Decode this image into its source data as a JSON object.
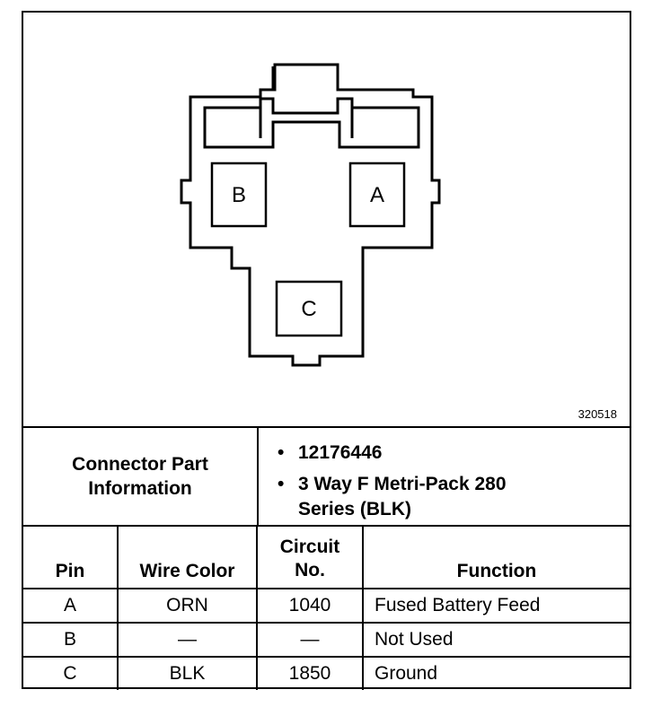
{
  "connector": {
    "pins": [
      "B",
      "A",
      "C"
    ],
    "figure_code": "320518"
  },
  "info": {
    "label_line1": "Connector Part",
    "label_line2": "Information",
    "bullet": "•",
    "items": [
      "12176446",
      "3 Way F Metri-Pack 280",
      "Series (BLK)"
    ]
  },
  "table": {
    "headers": {
      "pin": "Pin",
      "wire_color": "Wire Color",
      "circuit_line1": "Circuit",
      "circuit_line2": "No.",
      "function": "Function"
    },
    "rows": [
      {
        "pin": "A",
        "wire_color": "ORN",
        "circuit": "1040",
        "function": "Fused Battery Feed"
      },
      {
        "pin": "B",
        "wire_color": "—",
        "circuit": "—",
        "function": "Not Used"
      },
      {
        "pin": "C",
        "wire_color": "BLK",
        "circuit": "1850",
        "function": "Ground"
      }
    ]
  }
}
